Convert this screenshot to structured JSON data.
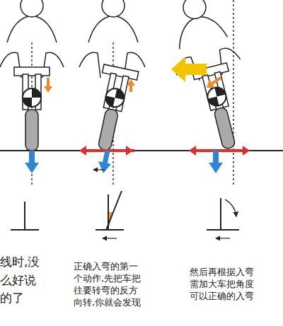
{
  "diagram": {
    "labels": [
      "线时,没",
      "么好说",
      "的了",
      "正确入弯的第一",
      "个动作,先把车把",
      "往要转弯的反方",
      "向转,你就会发现",
      "然后再根据入弯",
      "需加大车把角度",
      "可以正确的入弯"
    ]
  }
}
